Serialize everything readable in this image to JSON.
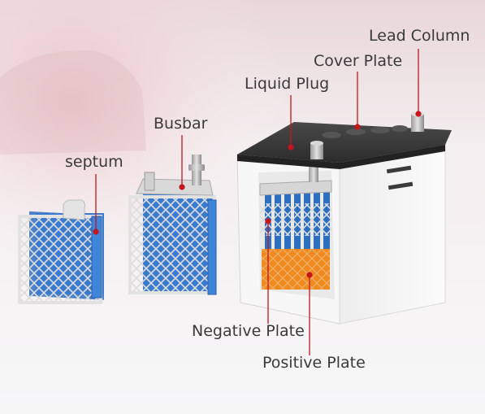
{
  "labels": {
    "lead_column": "Lead Column",
    "cover_plate": "Cover Plate",
    "liquid_plug": "Liquid Plug",
    "busbar": "Busbar",
    "septum": "septum",
    "negative_plate": "Negative Plate",
    "positive_plate": "Positive Plate"
  },
  "colors": {
    "leader_line": "#c4161c",
    "negative_plate": "#2f6fc0",
    "positive_plate": "#f08a1c",
    "grid_frame": "#e6e6e6",
    "battery_cover": "#3a3a3a",
    "battery_case": "#f4f4f4"
  }
}
